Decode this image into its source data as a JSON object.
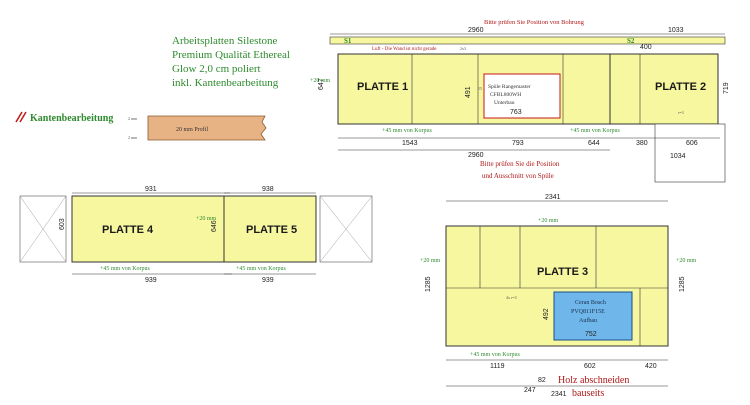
{
  "header": {
    "line1": "Arbeitsplatten Silestone",
    "line2": "Premium Qualität Ethereal",
    "line3": "Glow 2,0 cm poliert",
    "line4": "inkl. Kantenbearbeitung"
  },
  "edge_legend": {
    "label": "Kantenbearbeitung",
    "profile": "20 mm Profil",
    "thickness_top": "2 mm",
    "thickness_bottom": "2 mm"
  },
  "plates": {
    "p1": "PLATTE 1",
    "p2": "PLATTE 2",
    "p3": "PLATTE 3",
    "p4": "PLATTE 4",
    "p5": "PLATTE 5"
  },
  "notes": {
    "sink_top": "Bitte prüfen Sie Position von Bohrung",
    "sink_bottom_1": "Bitte prüfen Sie die Position",
    "sink_bottom_2": "und Ausschnitt von Spüle",
    "wood_1": "Holz abschneiden",
    "wood_2": "bauseits",
    "wall_note": "Luft - Die Wand ist nicht gerade",
    "overhang": "+45 mm von Korpus",
    "plus20": "+20 mm"
  },
  "sink": {
    "line1": "Spüle Rangemaster",
    "line2": "CFBL800WH",
    "line3": "Unterbau"
  },
  "hob": {
    "line1": "Ceran Bosch",
    "line2": "PVQ811F15E",
    "line3": "Aufbau"
  },
  "segments": {
    "s1": "S1",
    "s2": "S2"
  },
  "dims": {
    "top_2960": "2960",
    "top_1033": "1033",
    "d1543": "1543",
    "d793": "793",
    "d644": "644",
    "d380": "380",
    "d606": "606",
    "d1034": "1034",
    "bottom_2960": "2960",
    "d763": "763",
    "d400": "400",
    "d491": "491",
    "d647": "647",
    "d719": "719",
    "d931": "931",
    "d939a": "939",
    "d938": "938",
    "d939b": "939",
    "d603": "603",
    "d646": "646",
    "d2341a": "2341",
    "d2341b": "2341",
    "d1285a": "1285",
    "d1285b": "1285",
    "d1119": "1119",
    "d602": "602",
    "d420": "420",
    "d752": "752",
    "d492": "492",
    "d82": "82",
    "d247": "247",
    "d15": "15",
    "r3": "r=3",
    "r3x4": "4x r=3",
    "x3": "2x3"
  },
  "colors": {
    "plate_fill": "#f7f7a0",
    "plate_stroke": "#333333",
    "green_text": "#2e8b2e",
    "red_text": "#b01818",
    "hob_fill": "#6fb7ea",
    "wood": "#e8b384"
  }
}
